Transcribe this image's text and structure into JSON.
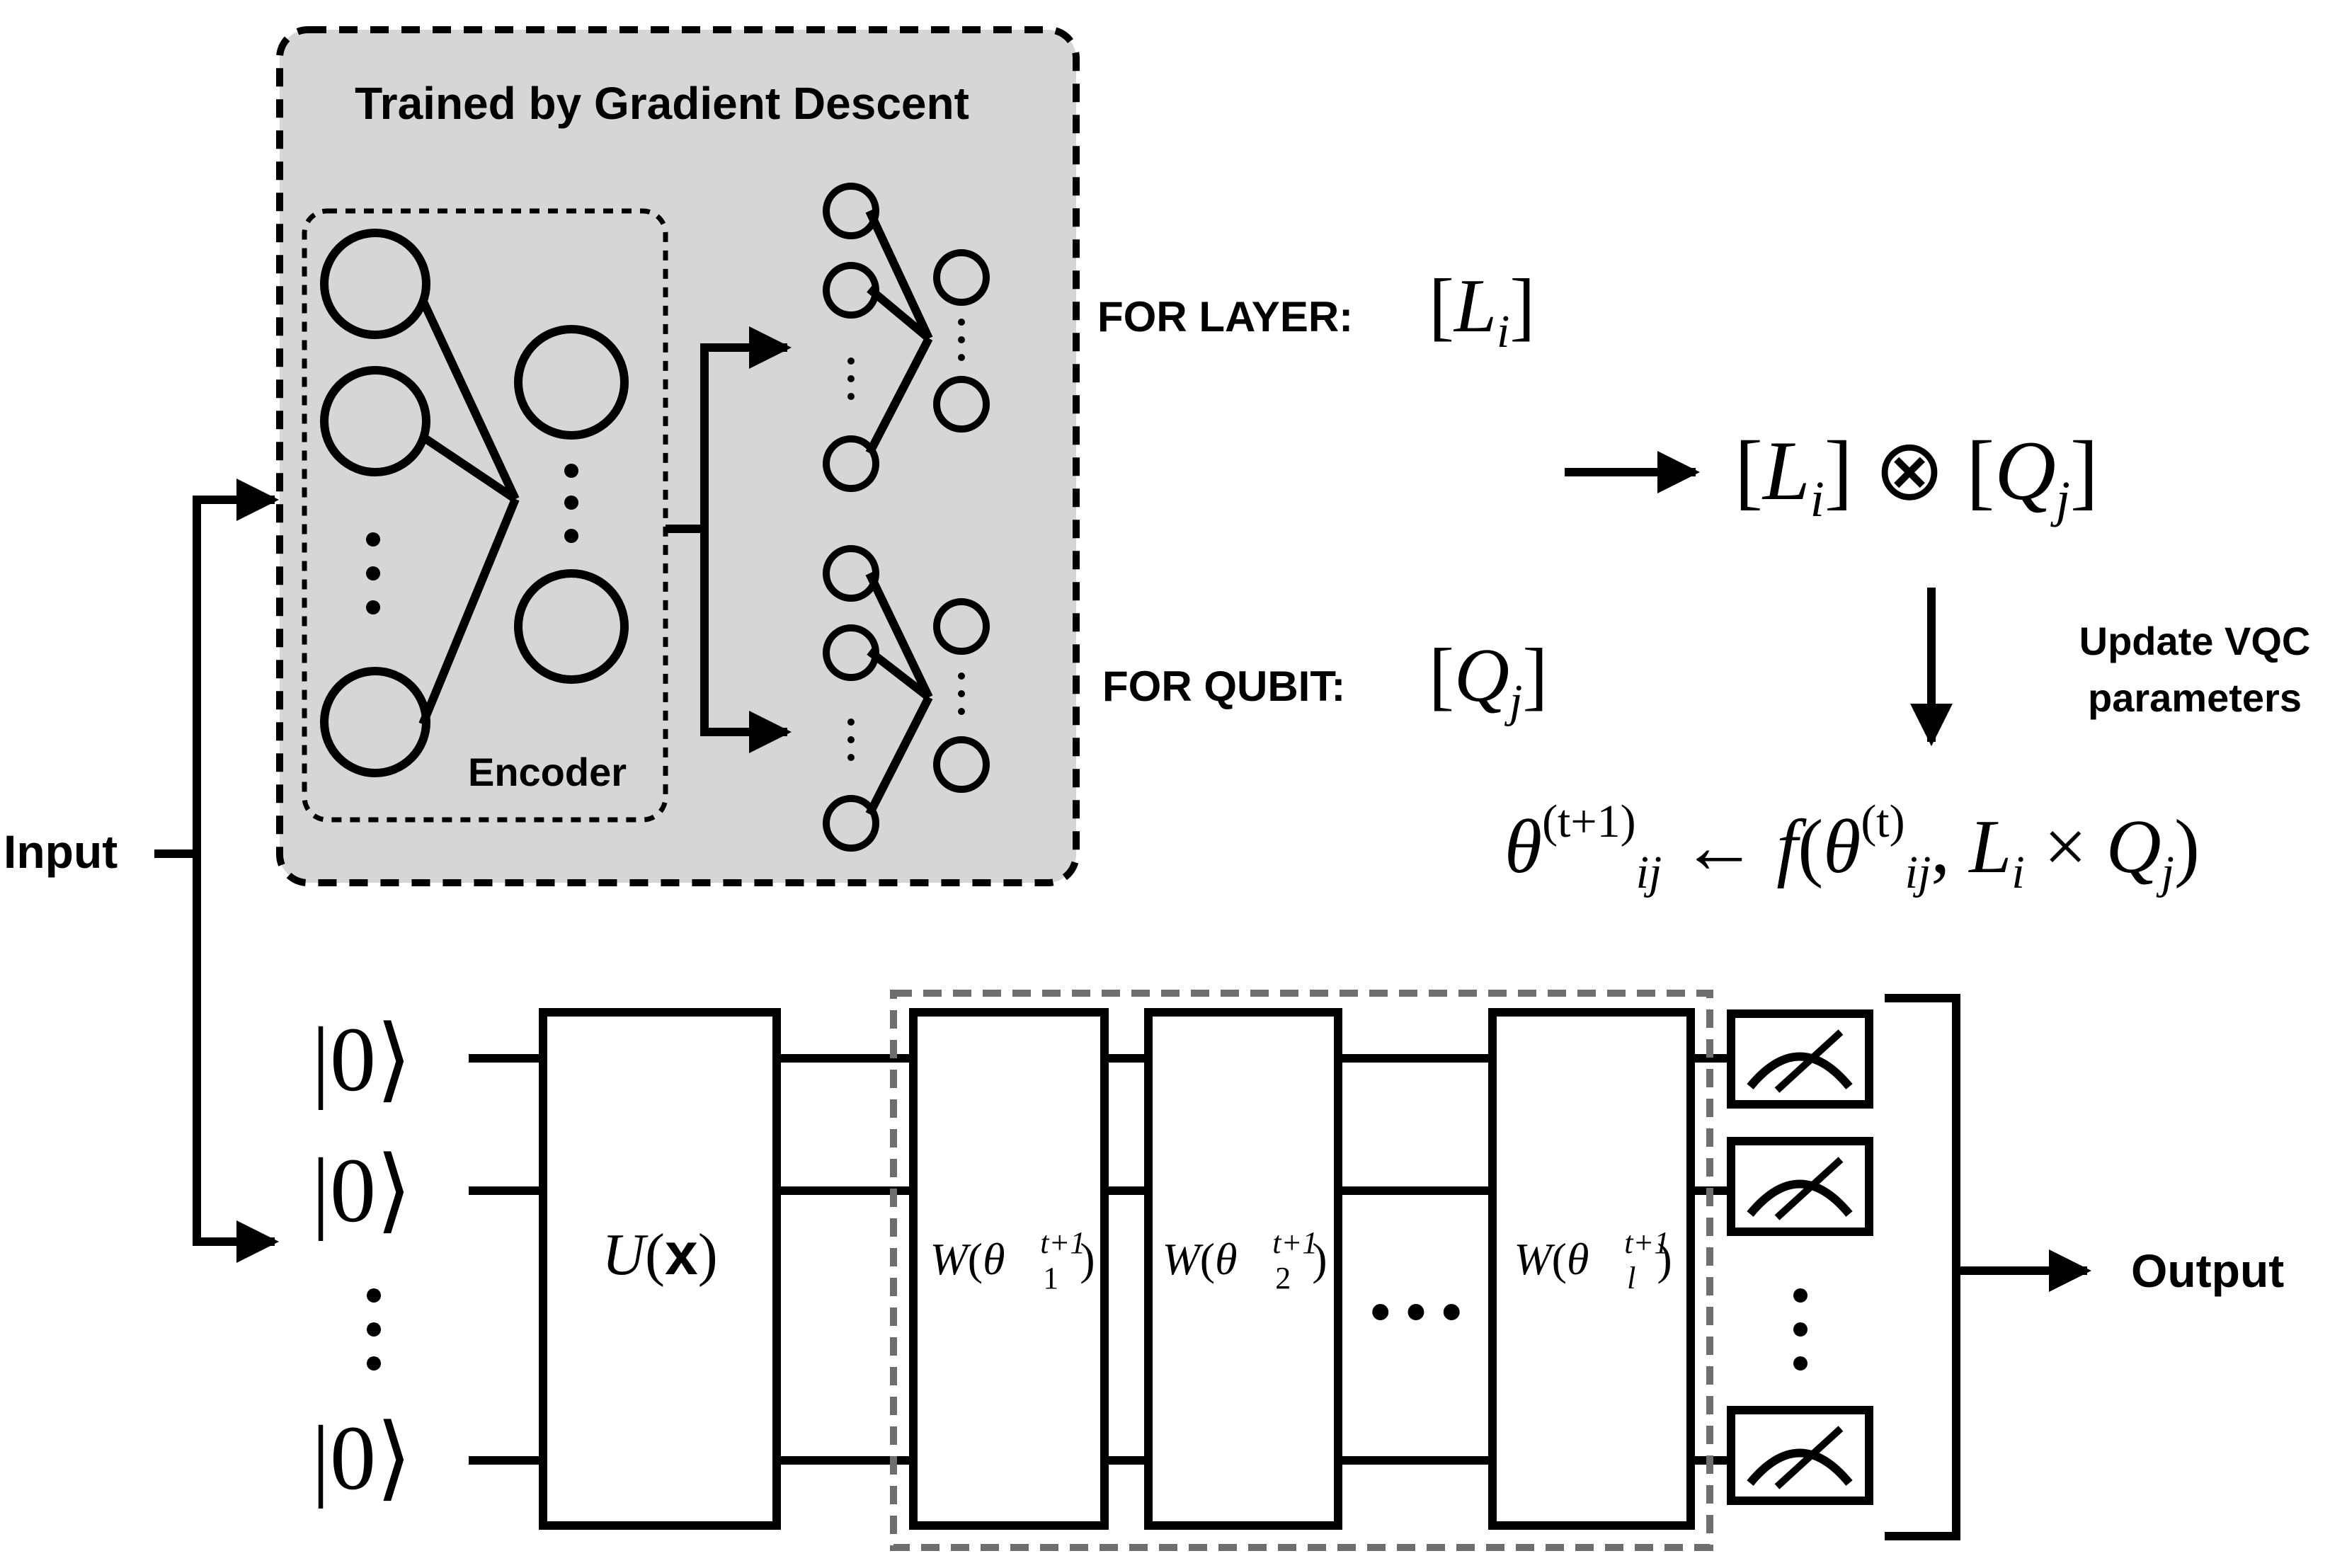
{
  "labels": {
    "trained_title": "Trained by Gradient Descent",
    "encoder": "Encoder",
    "input": "Input",
    "output": "Output",
    "for_layer": "FOR LAYER:",
    "for_qubit": "FOR QUBIT:",
    "update_line1": "Update VQC",
    "update_line2": "parameters"
  },
  "math": {
    "L": "L",
    "Q": "Q",
    "i": "i",
    "j": "j",
    "otimes": "⊗",
    "theta": "θ",
    "t_plus_1": "(t+1)",
    "t": "(t)",
    "ij": "ij",
    "arrow": "←",
    "f": "f",
    "times": "×",
    "ket_zero": "|0⟩",
    "U": "U",
    "x": "x",
    "W": "W",
    "vec_theta": "θ⃗",
    "sup_t1": "t+1",
    "sub_1": "1",
    "sub_2": "2",
    "sub_l": "l",
    "ellipsis": "• • •"
  },
  "colors": {
    "trained_box_fill": "#d6d6d6",
    "vqc_dashed_border": "#6e6e6e",
    "ink": "#000000"
  }
}
